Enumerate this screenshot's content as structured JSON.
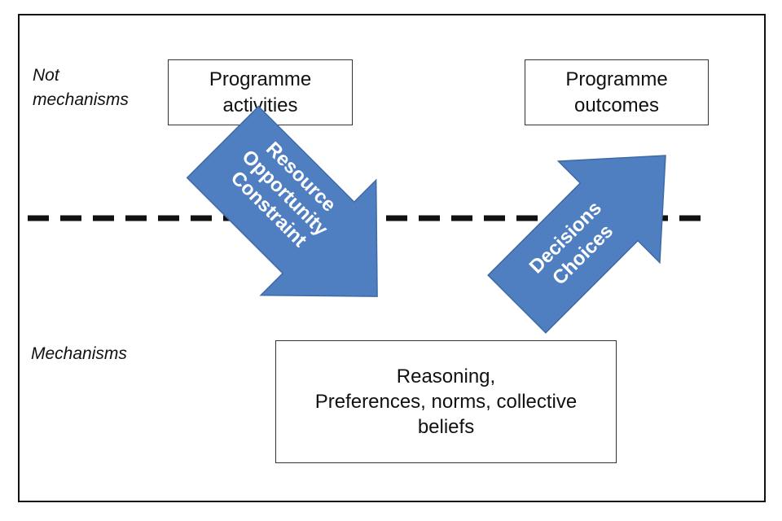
{
  "labels": {
    "not_mechanisms": [
      "Not",
      "mechanisms"
    ],
    "mechanisms": "Mechanisms"
  },
  "boxes": {
    "programme_activities": [
      "Programme",
      "activities"
    ],
    "programme_outcomes": [
      "Programme",
      "outcomes"
    ],
    "reasoning": [
      "Reasoning,",
      "Preferences, norms, collective",
      "beliefs"
    ]
  },
  "arrows": {
    "down": {
      "lines": [
        "Resource",
        "Opportunity",
        "Constraint"
      ]
    },
    "up": {
      "lines": [
        "Decisions",
        "Choices"
      ]
    }
  },
  "colors": {
    "arrow_fill": "#4f7fc0",
    "arrow_stroke": "#3d6aa7",
    "dashed_line": "#111111"
  }
}
